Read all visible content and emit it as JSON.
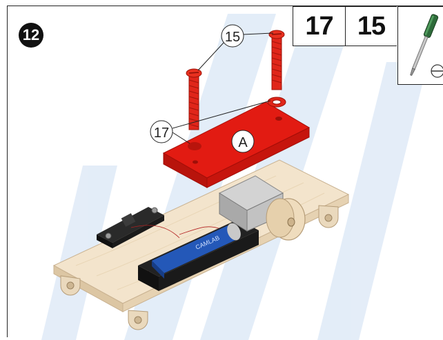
{
  "step": {
    "number": "12"
  },
  "parts": [
    {
      "label": "17"
    },
    {
      "label": "15"
    }
  ],
  "tool": {
    "icon": "flathead-screwdriver-icon"
  },
  "callouts": [
    {
      "label": "15"
    },
    {
      "label": "17"
    },
    {
      "label": "A"
    }
  ],
  "colors": {
    "plate": "#e21b12",
    "screw": "#e0261a",
    "wood": "#f1e1c8",
    "battery": "#1f4fa8",
    "motor": "#b9b9b9",
    "watermark": "#dfeaf7"
  }
}
